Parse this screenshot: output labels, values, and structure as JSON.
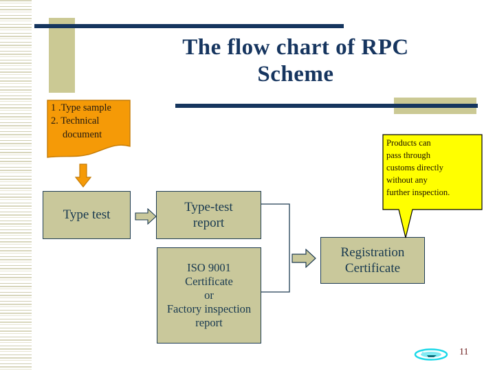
{
  "slide": {
    "title_line1": "The flow chart of  RPC",
    "title_line2": "Scheme",
    "page_number": "11"
  },
  "colors": {
    "navy": "#15355e",
    "tan": "#cbc994",
    "box_fill": "#c9c89b",
    "box_border": "#1d3b52",
    "box_text": "#17384f",
    "orange": "#f59a07",
    "orange_border": "#c47b06",
    "yellow": "#ffff00",
    "yellow_border": "#000000",
    "stripe": "#d8d6bc",
    "page_number_color": "#6d1d1d",
    "logo_cyan": "#19d8e8"
  },
  "flow": {
    "document_node": {
      "line1": "1 .Type sample",
      "line2": "2. Technical",
      "line3": "document"
    },
    "boxes": [
      {
        "id": "type-test",
        "text": "Type test"
      },
      {
        "id": "type-test-report",
        "line1": "Type-test",
        "line2": "report"
      },
      {
        "id": "iso-certificate",
        "line1": "ISO 9001",
        "line2": "Certificate",
        "line3": "or",
        "line4": "Factory inspection",
        "line5": "report"
      },
      {
        "id": "registration-certificate",
        "line1": "Registration",
        "line2": "Certificate"
      }
    ],
    "callout": {
      "line1": "Products can",
      "line2": "pass through",
      "line3": "customs directly",
      "line4": "without any",
      "line5": "further inspection."
    }
  }
}
